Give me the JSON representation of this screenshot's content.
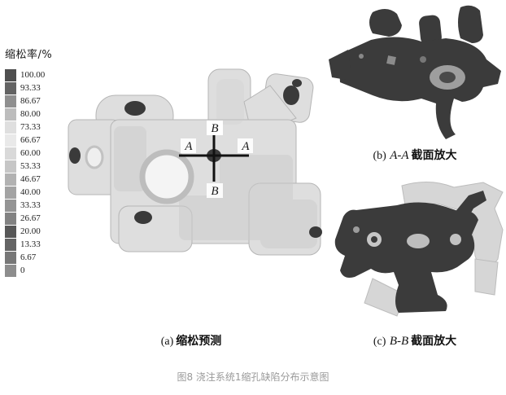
{
  "legend": {
    "title": "缩松率/%",
    "entries": [
      {
        "value": "100.00",
        "color": "#4f4f4f"
      },
      {
        "value": "93.33",
        "color": "#636363"
      },
      {
        "value": "86.67",
        "color": "#8f8f8f"
      },
      {
        "value": "80.00",
        "color": "#bdbdbd"
      },
      {
        "value": "73.33",
        "color": "#dfdfdf"
      },
      {
        "value": "66.67",
        "color": "#e9e9e9"
      },
      {
        "value": "60.00",
        "color": "#d9d9d9"
      },
      {
        "value": "53.33",
        "color": "#c6c6c6"
      },
      {
        "value": "46.67",
        "color": "#b2b2b2"
      },
      {
        "value": "40.00",
        "color": "#a3a3a3"
      },
      {
        "value": "33.33",
        "color": "#949494"
      },
      {
        "value": "26.67",
        "color": "#828282"
      },
      {
        "value": "20.00",
        "color": "#575757"
      },
      {
        "value": "13.33",
        "color": "#646464"
      },
      {
        "value": "6.67",
        "color": "#777777"
      },
      {
        "value": "0",
        "color": "#8d8d8d"
      }
    ]
  },
  "markers": {
    "top": "B",
    "bottom": "B",
    "left": "A",
    "right": "A"
  },
  "labels": {
    "a": {
      "prefix": "(a)",
      "text": "缩松预测"
    },
    "b": {
      "prefix": "(b)",
      "code": "A-A",
      "text": "截面放大"
    },
    "c": {
      "prefix": "(c)",
      "code": "B-B",
      "text": "截面放大"
    }
  },
  "caption": "图8 浇注系统1缩孔缺陷分布示意图",
  "colors": {
    "casting_body": "#dedede",
    "casting_shade": "#cccccc",
    "defect": "#3a3a3a",
    "section_dark": "#3b3b3b",
    "section_light_detail": "#9e9e9e",
    "background_casting": "#d6d6d6",
    "crosshair": "#111111",
    "caption_text": "#9a9a9a"
  }
}
